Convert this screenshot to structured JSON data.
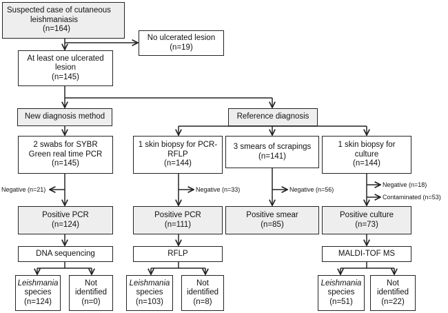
{
  "suspected": {
    "line1": "Suspected case of cutaneous",
    "line2": "leishmaniasis",
    "line3": "(n=164)"
  },
  "no_ulcer": {
    "line1": "No ulcerated lesion",
    "line2": "(n=19)"
  },
  "ulcerated": {
    "line1": "At least one ulcerated",
    "line2": "lesion",
    "line3": "(n=145)"
  },
  "new_method": {
    "label": "New diagnosis method"
  },
  "reference": {
    "label": "Reference diagnosis"
  },
  "swabs": {
    "line1": "2 swabs for SYBR",
    "line2": "Green real time PCR",
    "line3": "(n=145)"
  },
  "biopsy_pcr": {
    "line1": "1 skin biopsy for PCR-",
    "line2": "RFLP",
    "line3": "(n=144)"
  },
  "smears": {
    "line1": "3 smears of scrapings",
    "line2": "(n=141)"
  },
  "biopsy_culture": {
    "line1": "1 skin biopsy for",
    "line2": "culture",
    "line3": "(n=144)"
  },
  "neg_swabs": "Negative (n=21)",
  "neg_biopsy_pcr": "Negative (n=33)",
  "neg_smears": "Negative (n=56)",
  "neg_culture": "Negative (n=18)",
  "contaminated": "Contaminated (n=53)",
  "pos_pcr_new": {
    "line1": "Positive PCR",
    "line2": "(n=124)"
  },
  "pos_pcr_ref": {
    "line1": "Positive PCR",
    "line2": "(n=111)"
  },
  "pos_smear": {
    "line1": "Positive smear",
    "line2": "(n=85)"
  },
  "pos_culture": {
    "line1": "Positive culture",
    "line2": "(n=73)"
  },
  "dna_seq": {
    "label": "DNA sequencing"
  },
  "rflp": {
    "label": "RFLP"
  },
  "maldi": {
    "label": "MALDI-TOF MS"
  },
  "leish_seq": {
    "line1": "Leishmania",
    "line2": "species",
    "line3": "(n=124)"
  },
  "notid_seq": {
    "line1": "Not",
    "line2": "identified",
    "line3": "(n=0)"
  },
  "leish_rflp": {
    "line1": "Leishmania",
    "line2": "species",
    "line3": "(n=103)"
  },
  "notid_rflp": {
    "line1": "Not",
    "line2": "identified",
    "line3": "(n=8)"
  },
  "leish_maldi": {
    "line1": "Leishmania",
    "line2": "species",
    "line3": "(n=51)"
  },
  "notid_maldi": {
    "line1": "Not",
    "line2": "identified",
    "line3": "(n=22)"
  }
}
